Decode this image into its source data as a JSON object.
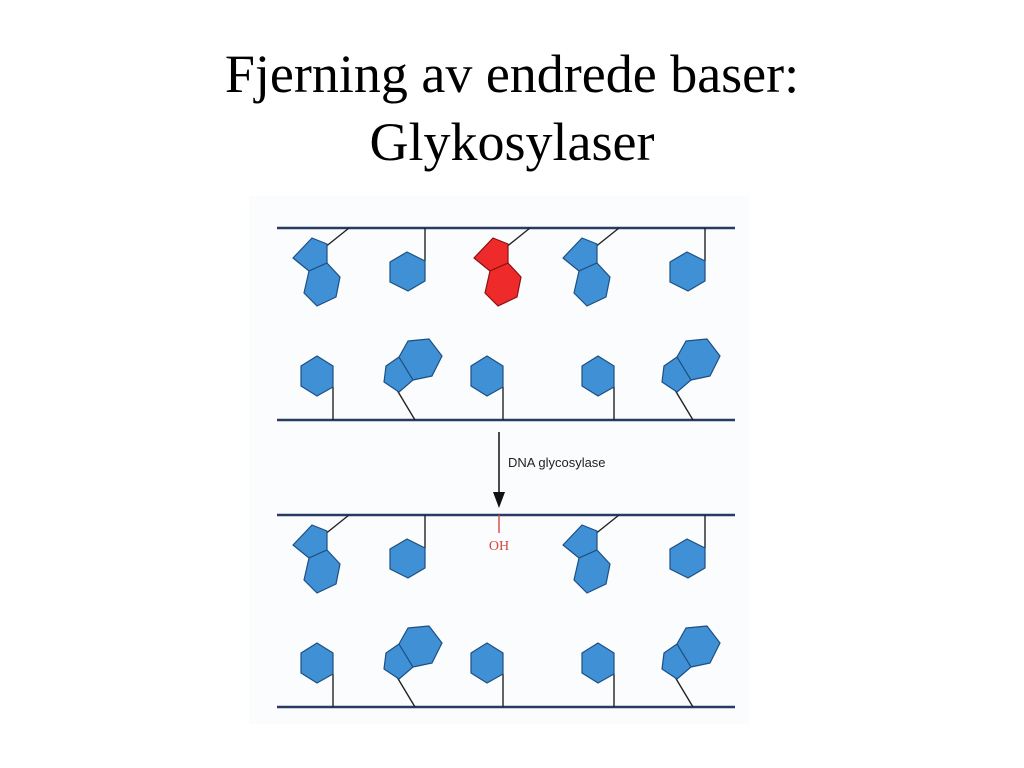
{
  "slide": {
    "title_line1": "Fjerning av endrede baser:",
    "title_line2": "Glykosylaser"
  },
  "diagram": {
    "arrow_label": "DNA glycosylase",
    "oh_label": "OH",
    "colors": {
      "strand": "#2b3a64",
      "base_fill": "#3f90d4",
      "base_stroke": "#1e4f82",
      "damaged_fill": "#ee2a2a",
      "damaged_stroke": "#8a1212",
      "oh_color": "#d8453f",
      "background": "#fbfcfd"
    },
    "before_top_bases": [
      "purine",
      "pyrimidine",
      "damaged-purine",
      "purine",
      "pyrimidine"
    ],
    "before_bottom_bases": [
      "pyrimidine",
      "purine",
      "pyrimidine",
      "pyrimidine",
      "purine"
    ],
    "after_top_bases": [
      "purine",
      "pyrimidine",
      "abasic-site",
      "purine",
      "pyrimidine"
    ],
    "after_bottom_bases": [
      "pyrimidine",
      "purine",
      "pyrimidine",
      "pyrimidine",
      "purine"
    ]
  }
}
